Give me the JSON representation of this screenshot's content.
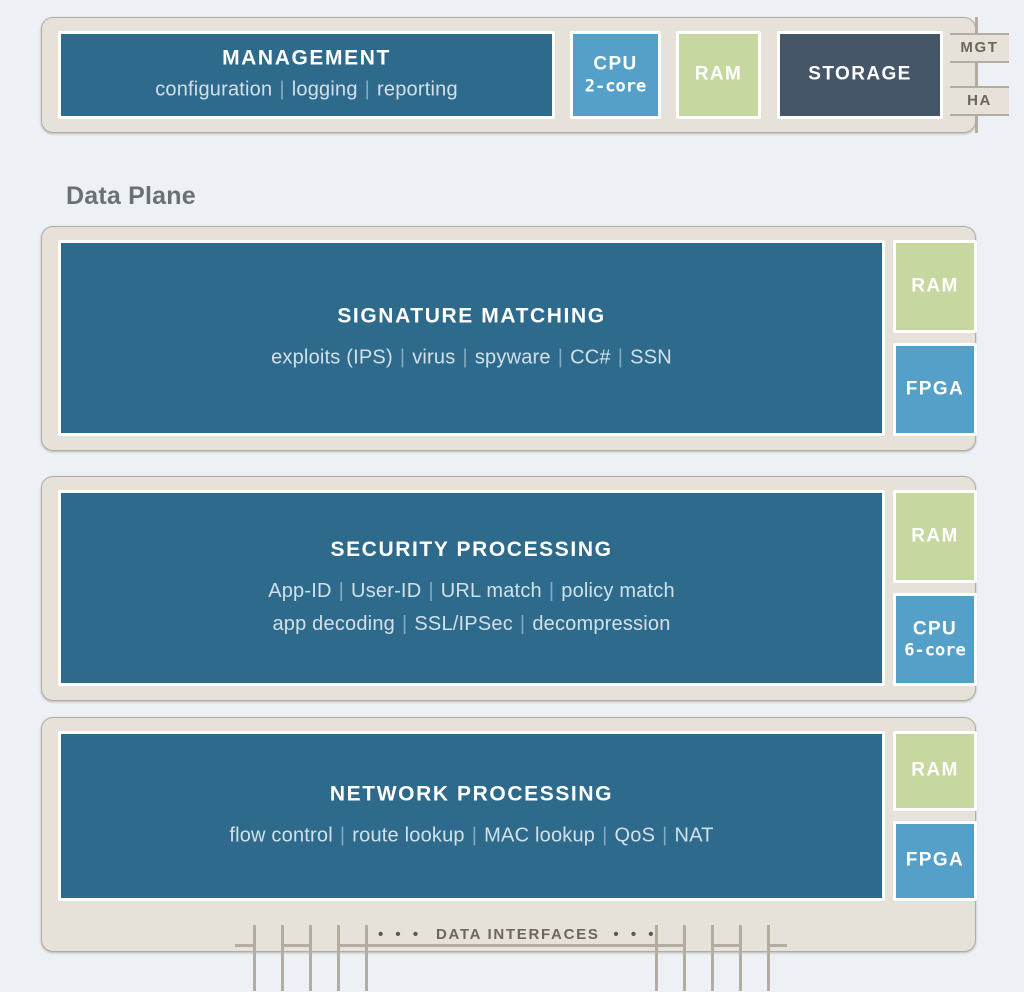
{
  "palette": {
    "background": "#edf1f5",
    "chassis": "#e6e2da",
    "chassis_border": "#b3ada1",
    "primary_blue": "#2e6a8c",
    "light_blue": "#55a0c8",
    "green": "#c6d8a0",
    "navy": "#445668",
    "heading_gray": "#6a7075",
    "subtext_blue": "#d2e0e9"
  },
  "management_plane": {
    "main": {
      "title": "MANAGEMENT",
      "features": [
        "configuration",
        "logging",
        "reporting"
      ]
    },
    "chips": [
      {
        "label": "CPU",
        "sub": "2-core",
        "color": "light_blue"
      },
      {
        "label": "RAM",
        "sub": "",
        "color": "green"
      },
      {
        "label": "STORAGE",
        "sub": "",
        "color": "navy"
      }
    ],
    "edge_ports": [
      {
        "label": "MGT"
      },
      {
        "label": "HA"
      }
    ]
  },
  "data_plane": {
    "heading": "Data Plane",
    "rows": [
      {
        "title": "SIGNATURE MATCHING",
        "feature_lines": [
          [
            "exploits (IPS)",
            "virus",
            "spyware",
            "CC#",
            "SSN"
          ]
        ],
        "chips": [
          {
            "label": "RAM",
            "sub": "",
            "color": "green"
          },
          {
            "label": "FPGA",
            "sub": "",
            "color": "light_blue"
          }
        ]
      },
      {
        "title": "SECURITY PROCESSING",
        "feature_lines": [
          [
            "App-ID",
            "User-ID",
            "URL match",
            "policy match"
          ],
          [
            "app decoding",
            "SSL/IPSec",
            "decompression"
          ]
        ],
        "chips": [
          {
            "label": "RAM",
            "sub": "",
            "color": "green"
          },
          {
            "label": "CPU",
            "sub": "6-core",
            "color": "light_blue"
          }
        ]
      },
      {
        "title": "NETWORK PROCESSING",
        "feature_lines": [
          [
            "flow control",
            "route lookup",
            "MAC lookup",
            "QoS",
            "NAT"
          ]
        ],
        "chips": [
          {
            "label": "RAM",
            "sub": "",
            "color": "green"
          },
          {
            "label": "FPGA",
            "sub": "",
            "color": "light_blue"
          }
        ]
      }
    ],
    "interfaces": {
      "label": "DATA INTERFACES",
      "dots_left": "• • •",
      "dots_right": "• • •"
    }
  },
  "separator_glyph": "|"
}
